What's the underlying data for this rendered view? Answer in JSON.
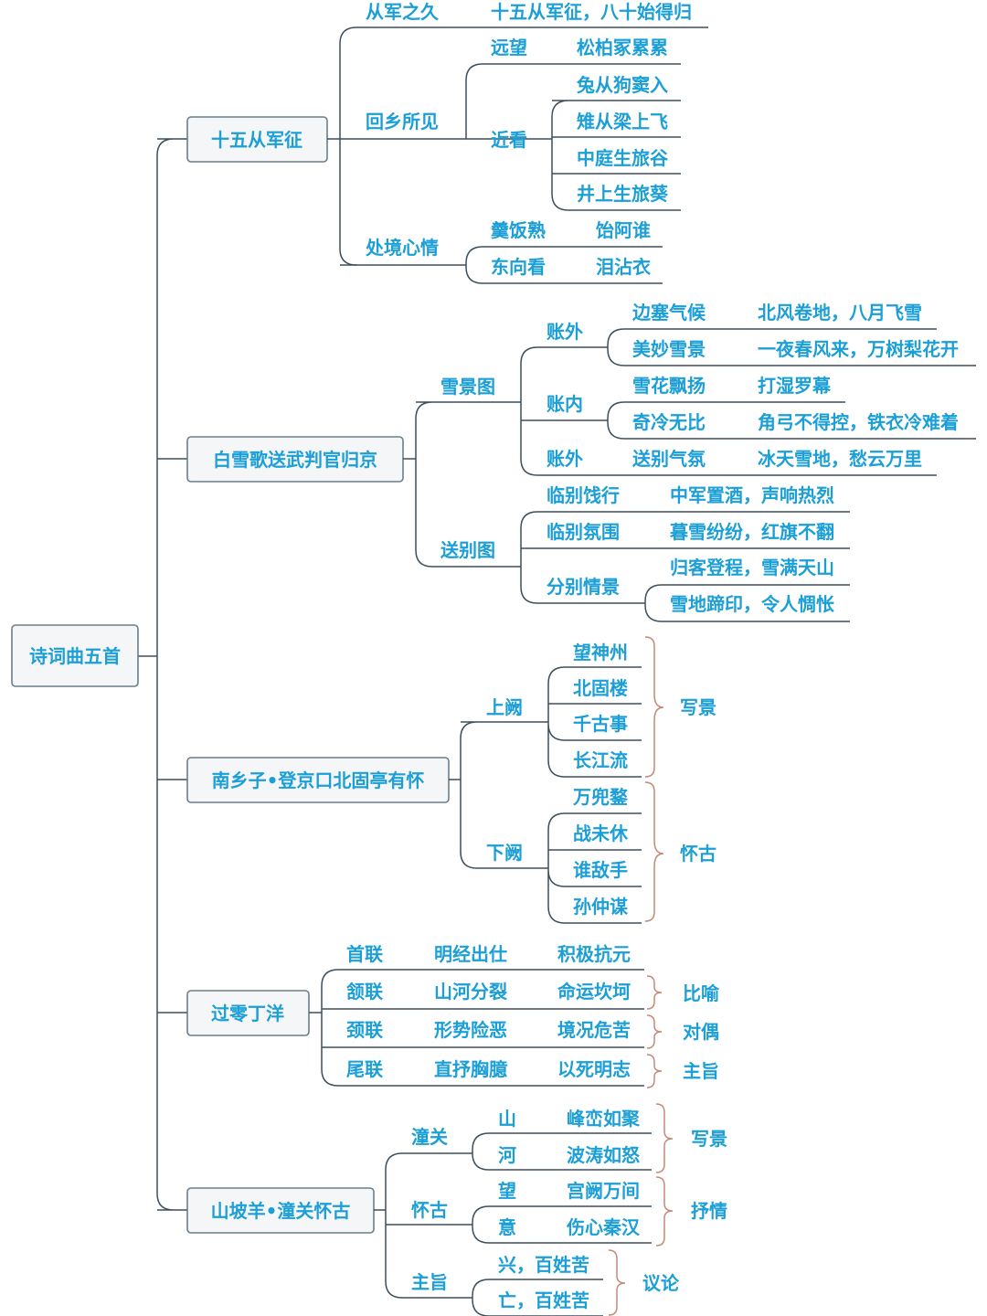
{
  "root": "诗词曲五首",
  "poems": [
    {
      "title": "十五从军征",
      "branches": [
        {
          "label": "从军之久",
          "detail": "十五从军征，八十始得归"
        },
        {
          "label": "回乡所见",
          "sub": [
            {
              "label": "远望",
              "items": [
                "松柏冢累累"
              ]
            },
            {
              "label": "近看",
              "items": [
                "兔从狗窦入",
                "雉从梁上飞",
                "中庭生旅谷",
                "井上生旅葵"
              ]
            }
          ]
        },
        {
          "label": "处境心情",
          "pairs": [
            [
              "羹饭熟",
              "饴阿谁"
            ],
            [
              "东向看",
              "泪沾衣"
            ]
          ]
        }
      ]
    },
    {
      "title": "白雪歌送武判官归京",
      "branches": [
        {
          "label": "雪景图",
          "sub": [
            {
              "label": "账外",
              "pairs": [
                [
                  "边塞气候",
                  "北风卷地，八月飞雪"
                ],
                [
                  "美妙雪景",
                  "一夜春风来，万树梨花开"
                ]
              ]
            },
            {
              "label": "账内",
              "pairs": [
                [
                  "雪花飘扬",
                  "打湿罗幕"
                ],
                [
                  "奇冷无比",
                  "角弓不得控，铁衣冷难着"
                ]
              ]
            },
            {
              "label": "账外",
              "pairs": [
                [
                  "送别气氛",
                  "冰天雪地，愁云万里"
                ]
              ]
            }
          ]
        },
        {
          "label": "送别图",
          "sub": [
            {
              "label": "临别饯行",
              "items": [
                "中军置酒，声响热烈"
              ]
            },
            {
              "label": "临别氛围",
              "items": [
                "暮雪纷纷，红旗不翻"
              ]
            },
            {
              "label": "分别情景",
              "items": [
                "归客登程，雪满天山",
                "雪地蹄印，令人惆怅"
              ]
            }
          ]
        }
      ]
    },
    {
      "title": "南乡子•登京口北固亭有怀",
      "branches": [
        {
          "label": "上阙",
          "items": [
            "望神州",
            "北固楼",
            "千古事",
            "长江流"
          ],
          "note": "写景"
        },
        {
          "label": "下阙",
          "items": [
            "万兜鍪",
            "战未休",
            "谁敌手",
            "孙仲谋"
          ],
          "note": "怀古"
        }
      ]
    },
    {
      "title": "过零丁洋",
      "rows": [
        {
          "label": "首联",
          "a": "明经出仕",
          "b": "积极抗元",
          "note": ""
        },
        {
          "label": "颔联",
          "a": "山河分裂",
          "b": "命运坎坷",
          "note": "比喻"
        },
        {
          "label": "颈联",
          "a": "形势险恶",
          "b": "境况危苦",
          "note": "对偶"
        },
        {
          "label": "尾联",
          "a": "直抒胸臆",
          "b": "以死明志",
          "note": "主旨"
        }
      ]
    },
    {
      "title": "山坡羊•潼关怀古",
      "branches": [
        {
          "label": "潼关",
          "pairs": [
            [
              "山",
              "峰峦如聚"
            ],
            [
              "河",
              "波涛如怒"
            ]
          ],
          "note": "写景"
        },
        {
          "label": "怀古",
          "pairs": [
            [
              "望",
              "宫阙万间"
            ],
            [
              "意",
              "伤心秦汉"
            ]
          ],
          "note": "抒情"
        },
        {
          "label": "主旨",
          "items": [
            "兴，百姓苦",
            "亡，百姓苦"
          ],
          "note": "议论"
        }
      ]
    }
  ]
}
